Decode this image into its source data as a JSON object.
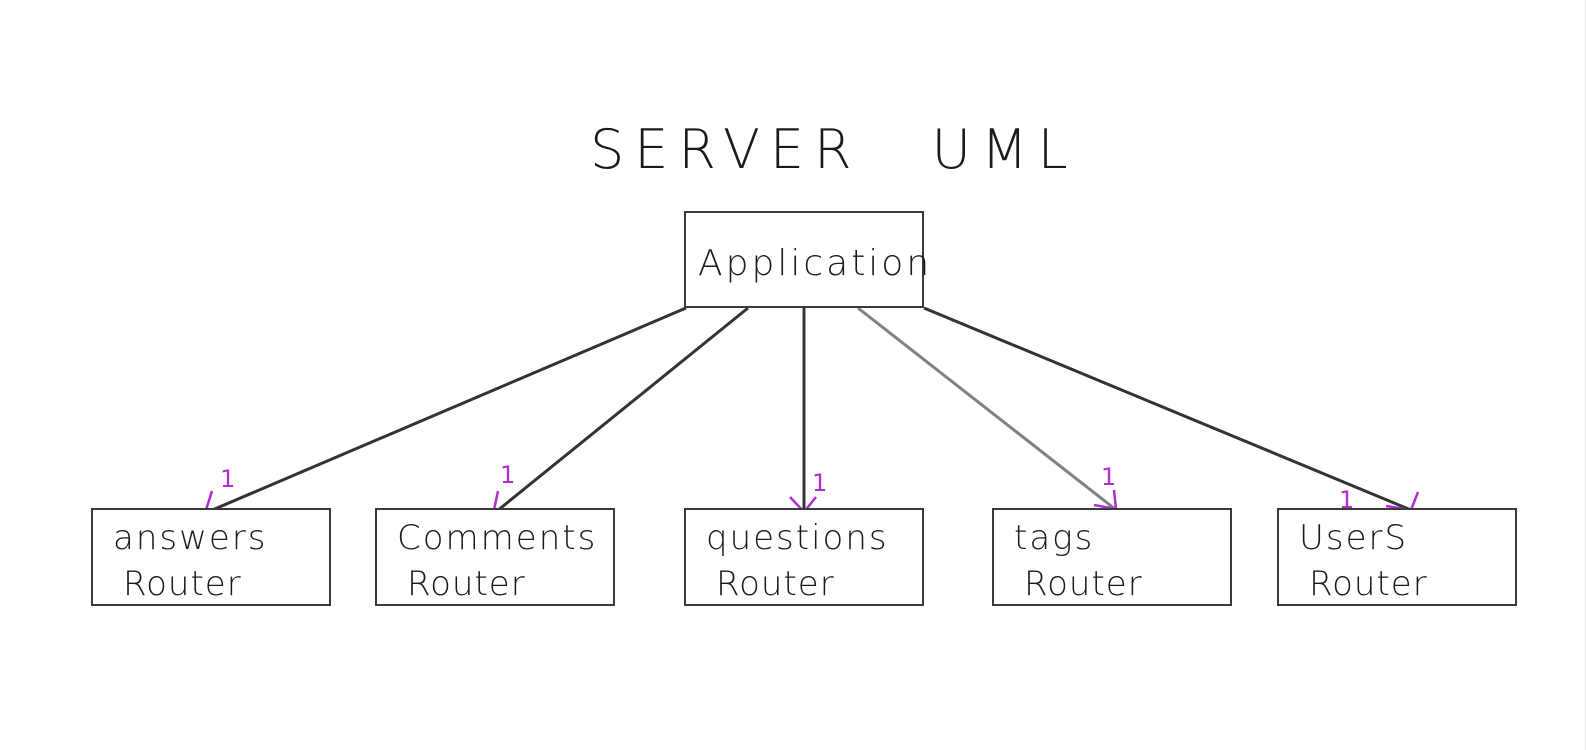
{
  "title": {
    "left": "SERVER",
    "right": "UML"
  },
  "application": {
    "label": "Application"
  },
  "routers": [
    {
      "line1": "answers",
      "line2": "Router",
      "multiplicity": "1"
    },
    {
      "line1": "Comments",
      "line2": "Router",
      "multiplicity": "1"
    },
    {
      "line1": "questions",
      "line2": "Router",
      "multiplicity": "1"
    },
    {
      "line1": "tags",
      "line2": "Router",
      "multiplicity": "1"
    },
    {
      "line1": "UserS",
      "line2": "Router",
      "multiplicity": "1"
    }
  ],
  "colors": {
    "line": "#333333",
    "line_light": "#808080",
    "multiplicity": "#b02ecf",
    "box_border": "#3a3a3a"
  }
}
